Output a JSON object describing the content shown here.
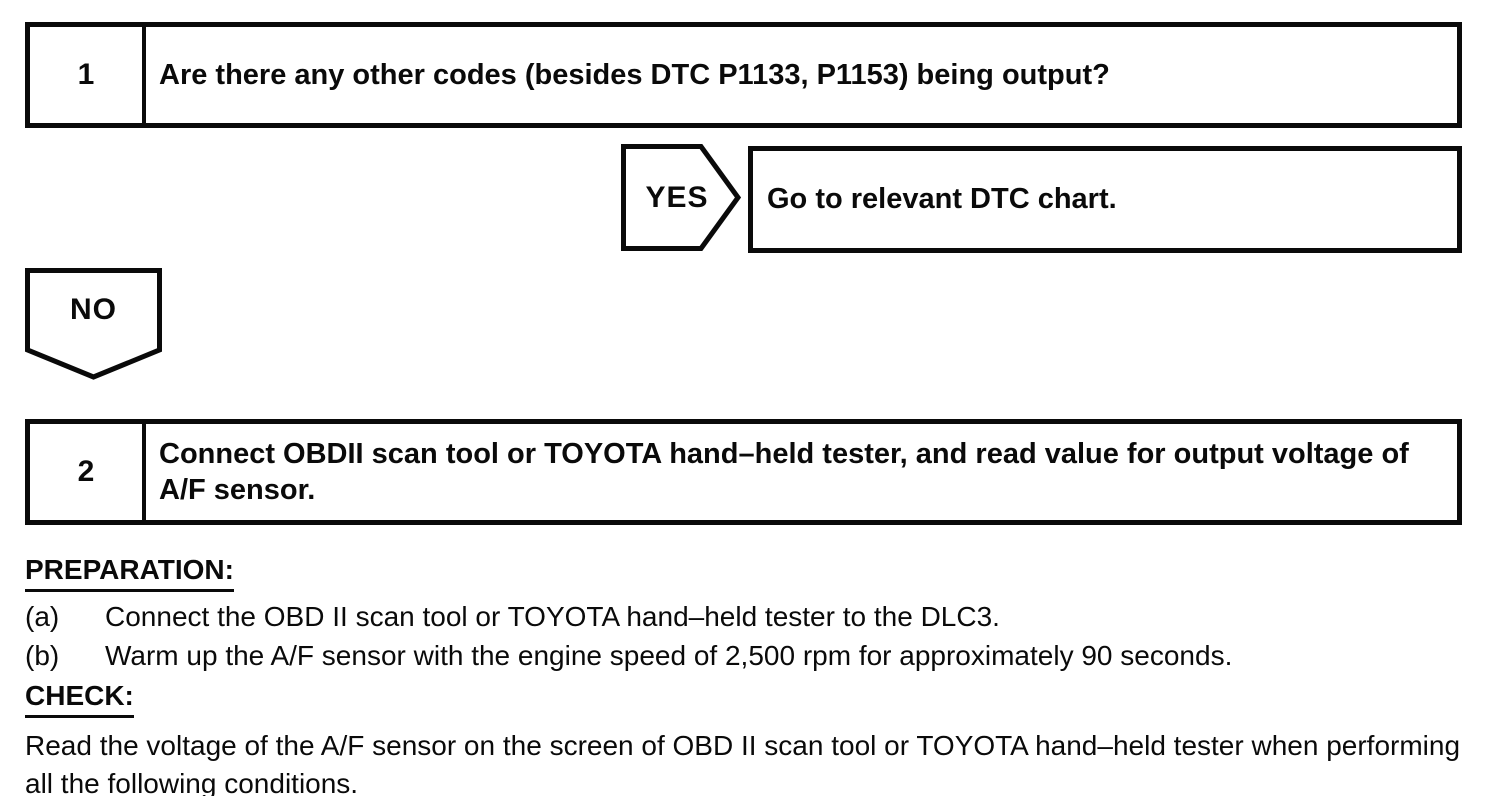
{
  "flowchart": {
    "step1": {
      "number": "1",
      "question": "Are there any other codes (besides DTC P1133, P1153) being output?"
    },
    "yes_branch": {
      "label": "YES",
      "result": "Go to relevant DTC chart."
    },
    "no_branch": {
      "label": "NO"
    },
    "step2": {
      "number": "2",
      "instruction": "Connect OBDII scan tool or TOYOTA hand–held tester, and read value for output voltage of A/F sensor."
    }
  },
  "details": {
    "preparation_heading": "PREPARATION:",
    "preparation_items": [
      {
        "marker": "(a)",
        "text": "Connect the OBD II scan tool or TOYOTA hand–held tester to the DLC3."
      },
      {
        "marker": "(b)",
        "text": "Warm up the A/F sensor with the engine speed of 2,500 rpm for approximately 90 seconds."
      }
    ],
    "check_heading": "CHECK:",
    "check_text": "Read the voltage of the A/F sensor on the screen of OBD II scan tool or TOYOTA hand–held tester when performing all the following conditions."
  },
  "colors": {
    "ink": "#0a0a0a",
    "paper": "#ffffff"
  }
}
